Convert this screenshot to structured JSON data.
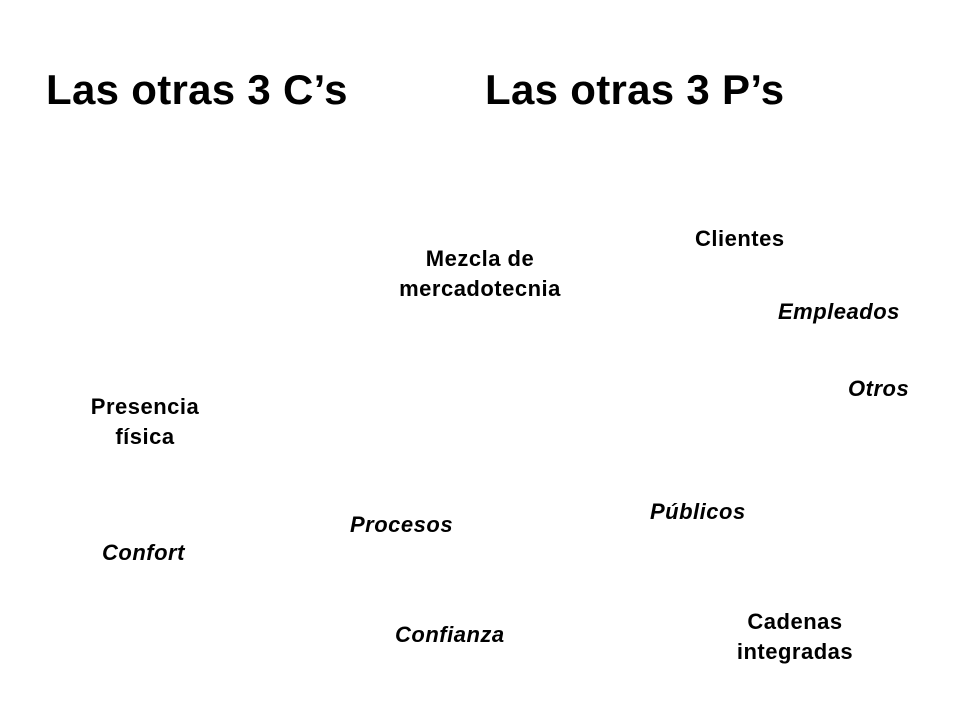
{
  "slide": {
    "title_left": "Las otras 3 C’s",
    "title_right": "Las otras 3 P’s",
    "terms": {
      "mezcla_line1": "Mezcla de",
      "mezcla_line2": "mercadotecnia",
      "clientes": "Clientes",
      "empleados": "Empleados",
      "otros": "Otros",
      "presencia_line1": "Presencia",
      "presencia_line2": "física",
      "procesos": "Procesos",
      "publicos": "Públicos",
      "confort": "Confort",
      "confianza": "Confianza",
      "cadenas_line1": "Cadenas",
      "cadenas_line2": "integradas"
    }
  }
}
